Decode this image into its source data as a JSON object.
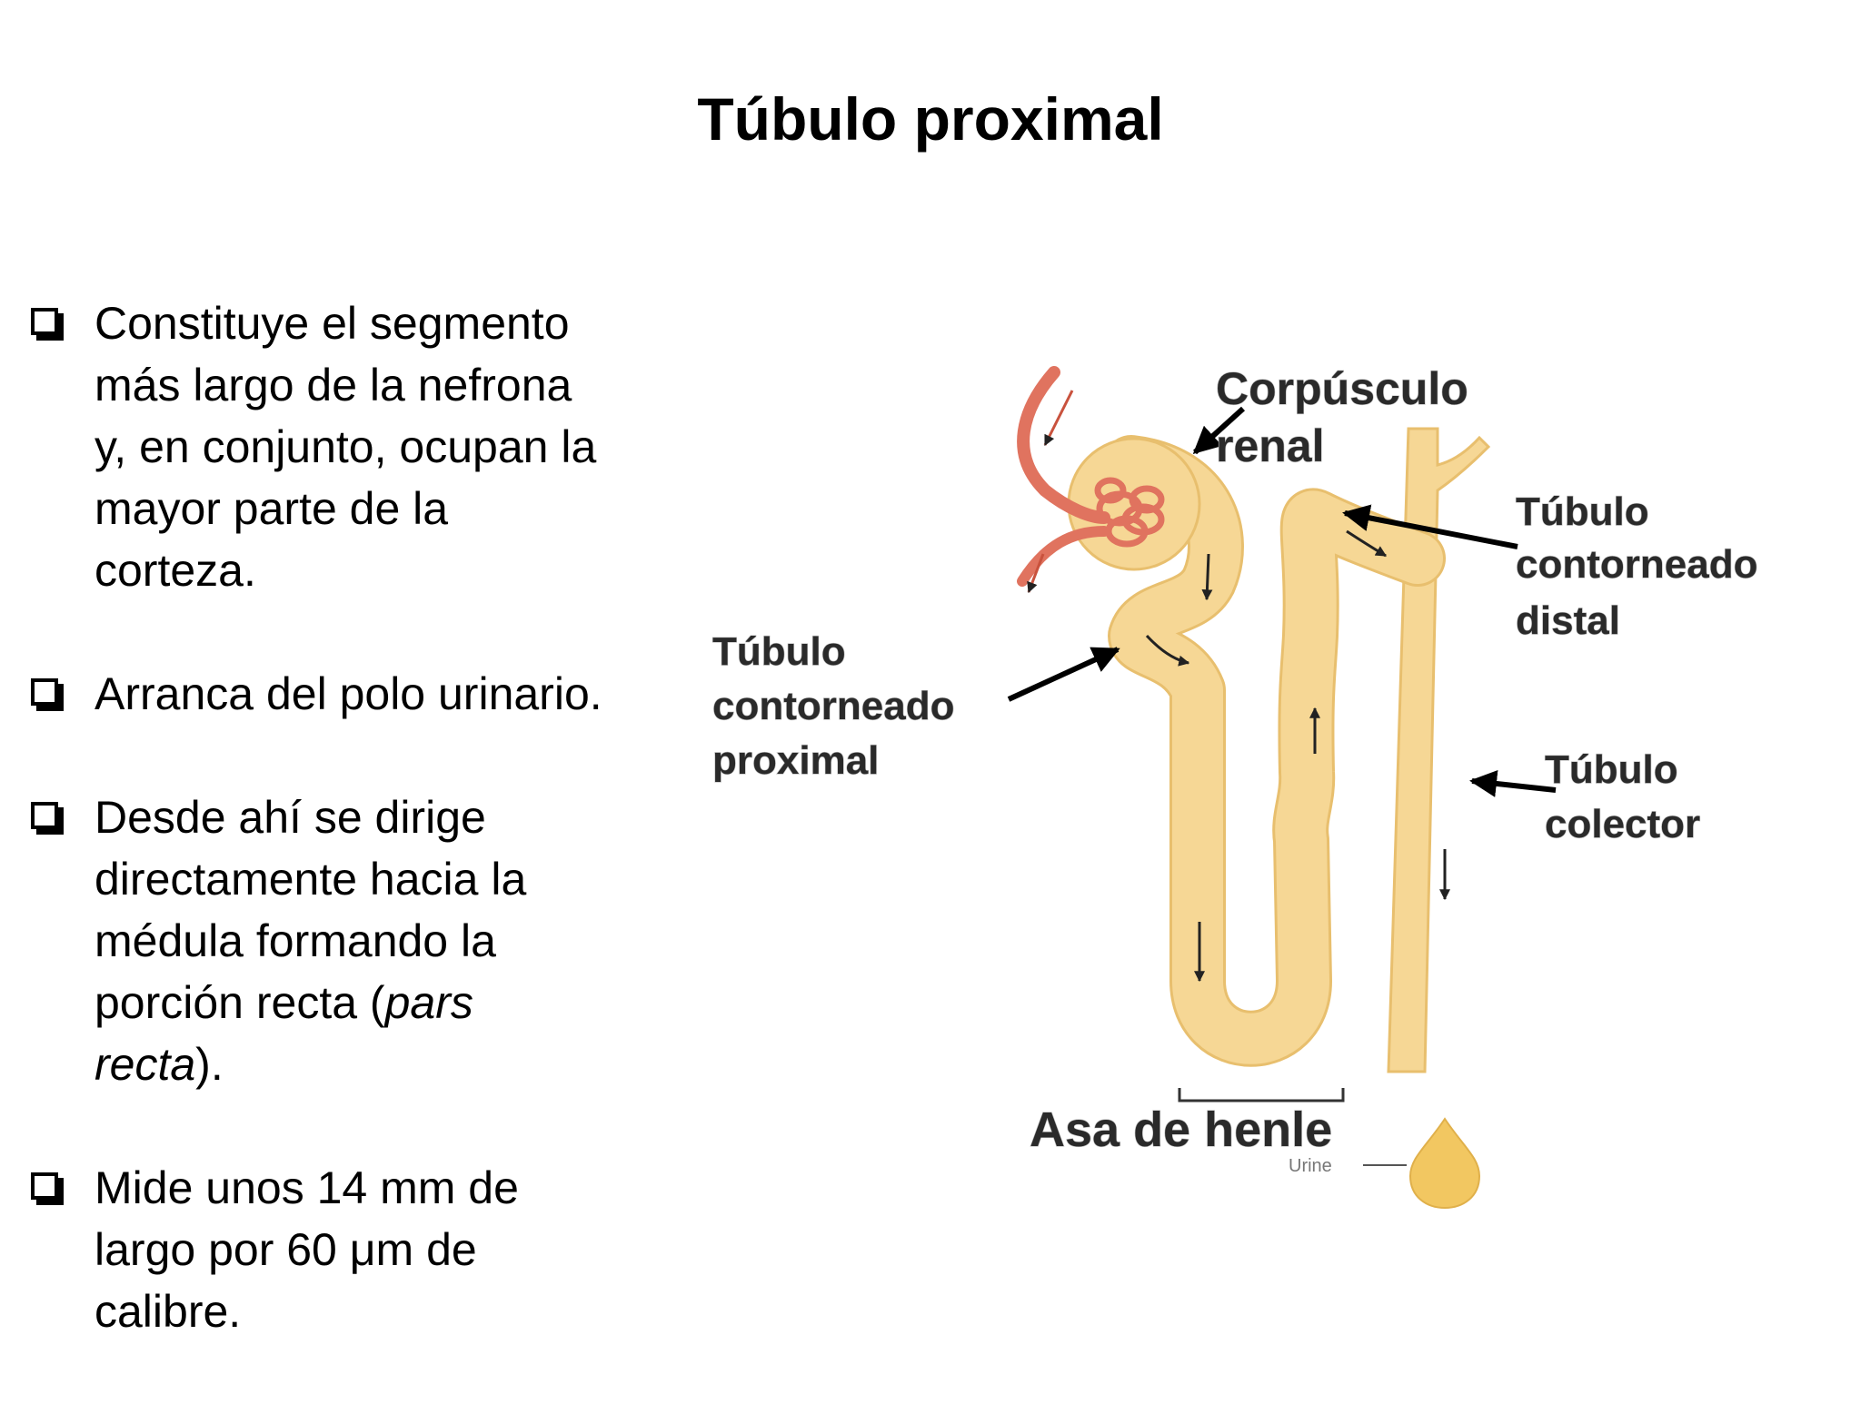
{
  "title": "Túbulo proximal",
  "bullets": [
    {
      "lines": [
        [
          "Constituye el segmento"
        ],
        [
          "más largo de la nefrona"
        ],
        [
          "y, en conjunto, ocupan la"
        ],
        [
          "mayor parte de la"
        ],
        [
          "corteza."
        ]
      ]
    },
    {
      "lines": [
        [
          "Arranca del polo urinario."
        ]
      ]
    },
    {
      "lines": [
        [
          "Desde ahí se dirige"
        ],
        [
          "directamente hacia la"
        ],
        [
          "médula formando la"
        ],
        [
          "porción recta (",
          "pars"
        ],
        [
          "recta",
          ")."
        ]
      ]
    },
    {
      "lines": [
        [
          "Mide unos 14 mm de"
        ],
        [
          "largo por 60 μm de"
        ],
        [
          "calibre."
        ]
      ]
    }
  ],
  "diagram": {
    "corpusculo_1": "Corpúsculo",
    "corpusculo_2": "renal",
    "distal_1": "Túbulo",
    "distal_2": "contorneado",
    "distal_3": "distal",
    "proximal_1": "Túbulo",
    "proximal_2": "contorneado",
    "proximal_3": "proximal",
    "colector_1": "Túbulo",
    "colector_2": "colector",
    "asa": "Asa de henle",
    "urine": "Urine"
  },
  "colors": {
    "tubule": "#f6d795",
    "tubule_edge": "#e8bf6e",
    "vessel": "#e0735f",
    "arrow": "#000000"
  }
}
